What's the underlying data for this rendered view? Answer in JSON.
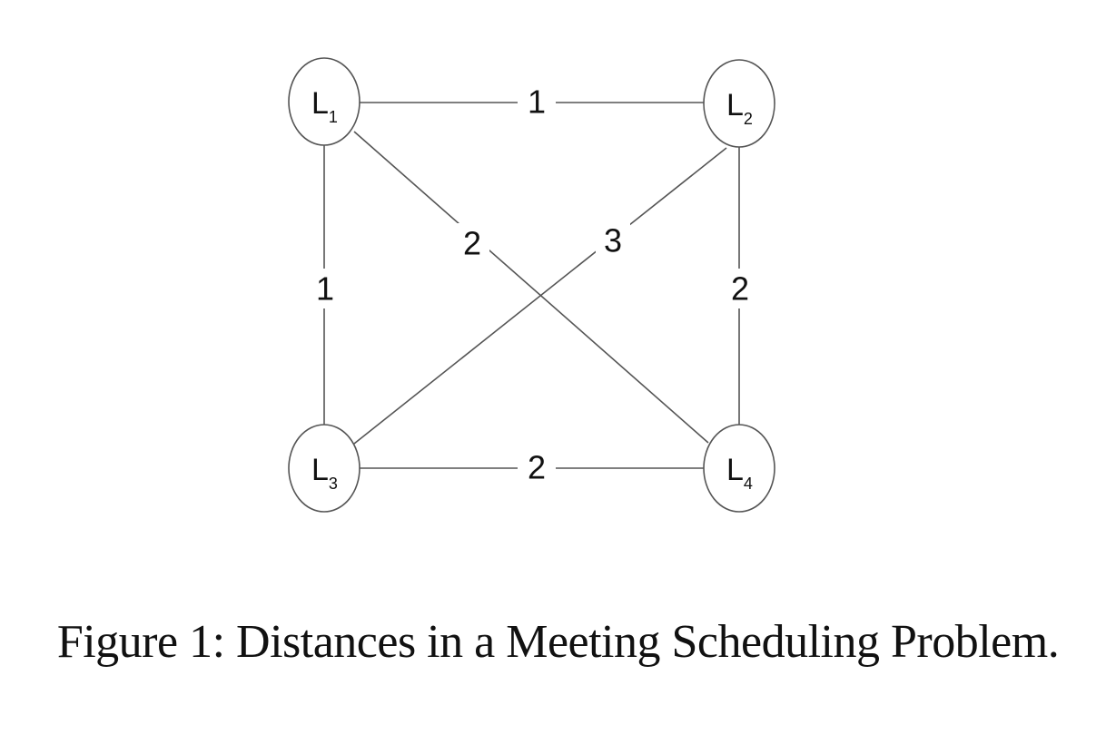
{
  "diagram": {
    "nodes": [
      {
        "id": "L1",
        "label": "L",
        "sub": "1"
      },
      {
        "id": "L2",
        "label": "L",
        "sub": "2"
      },
      {
        "id": "L3",
        "label": "L",
        "sub": "3"
      },
      {
        "id": "L4",
        "label": "L",
        "sub": "4"
      }
    ],
    "edges": [
      {
        "from": "L1",
        "to": "L2",
        "weight": "1"
      },
      {
        "from": "L1",
        "to": "L3",
        "weight": "1"
      },
      {
        "from": "L1",
        "to": "L4",
        "weight": "2"
      },
      {
        "from": "L2",
        "to": "L3",
        "weight": "3"
      },
      {
        "from": "L2",
        "to": "L4",
        "weight": "2"
      },
      {
        "from": "L3",
        "to": "L4",
        "weight": "2"
      }
    ]
  },
  "caption": "Figure 1: Distances in a Meeting Scheduling Problem.",
  "colors": {
    "stroke": "#555555",
    "text": "#111111",
    "background": "#ffffff"
  }
}
